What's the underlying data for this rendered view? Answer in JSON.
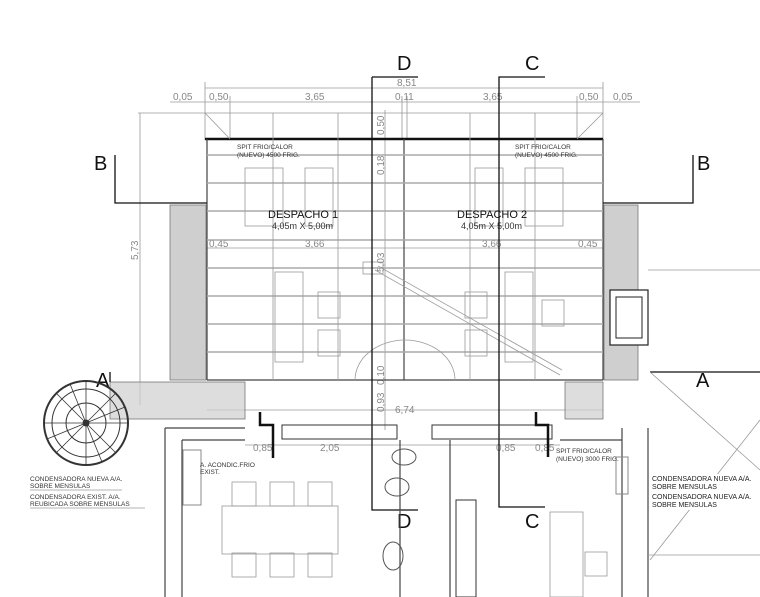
{
  "drawing": {
    "rooms": [
      {
        "name": "DESPACHO 1",
        "size": "4,05m X 5,00m"
      },
      {
        "name": "DESPACHO 2",
        "size": "4,05m X 5,00m"
      }
    ],
    "section_marks": {
      "A": "A",
      "B": "B",
      "C": "C",
      "D": "D"
    },
    "dimensions": {
      "total_width": "8,51",
      "top_row": [
        "0,05",
        "0,50",
        "3,65",
        "0,11",
        "3,65",
        "0,50",
        "0,05"
      ],
      "inner_row": [
        "0,45",
        "3,66",
        "3,66",
        "0,45"
      ],
      "vertical": [
        "0,50",
        "0,18",
        "5,03",
        "0,10",
        "0,93",
        "5,73"
      ],
      "bottom_width": "6,74",
      "lower_row": [
        "0,85",
        "2,05",
        "0,85",
        "0,85"
      ]
    },
    "notes": {
      "split_left": [
        "SPIT FRIO/CALOR",
        "(NUEVO) 4500 FRIG."
      ],
      "split_right": [
        "SPIT FRIO/CALOR",
        "(NUEVO) 4500 FRIG."
      ],
      "split_lower": [
        "SPIT FRIO/CALOR",
        "(NUEVO) 3000 FRIG."
      ],
      "ac_existing": [
        "A. ACONDIC.FRIO",
        "EXIST."
      ],
      "condenser_new_left": [
        "CONDENSADORA NUEVA A/A.",
        "SOBRE MENSULAS"
      ],
      "condenser_exist_left": [
        "CONDENSADORA EXIST. A/A.",
        "REUBICADA SOBRE MENSULAS"
      ],
      "condenser_new_right_1": [
        "CONDENSADORA NUEVA A/A.",
        "SOBRE MENSULAS"
      ],
      "condenser_new_right_2": [
        "CONDENSADORA NUEVA A/A.",
        "SOBRE MENSULAS"
      ]
    }
  }
}
